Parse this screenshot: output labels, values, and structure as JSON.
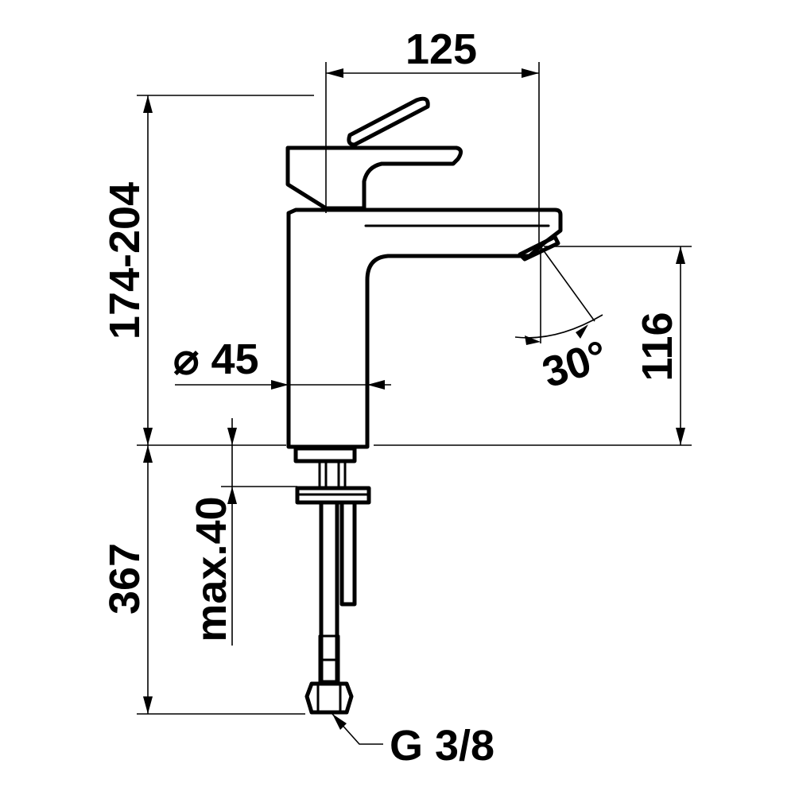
{
  "dimensions": {
    "spout_reach": "125",
    "total_height": "174-204",
    "base_diameter": "⌀ 45",
    "spout_height": "116",
    "spray_angle": "30°",
    "below_deck_length": "367",
    "max_deck_thickness": "max.40",
    "connection_thread": "G 3/8"
  }
}
